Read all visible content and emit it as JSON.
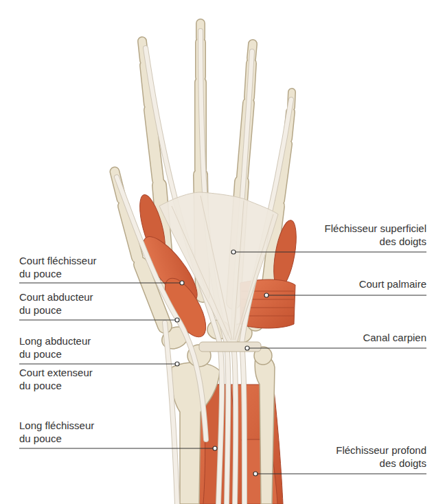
{
  "diagram": {
    "labels": [
      "Fléchisseur superficiel des doigts",
      "Court fléchisseur du pouce",
      "Court palmaire",
      "Court abducteur du pouce",
      "Canal carpien",
      "Long abducteur du pouce",
      "Court extenseur du pouce",
      "Long fléchisseur du pouce",
      "Fléchisseur profond des doigts"
    ]
  }
}
